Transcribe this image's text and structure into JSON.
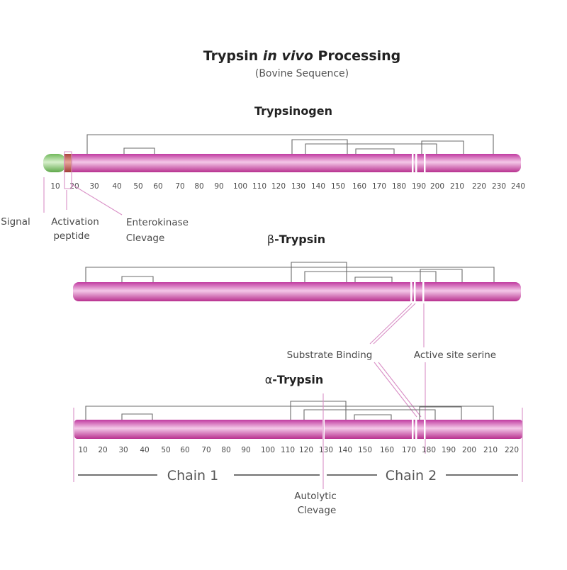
{
  "title": {
    "part1": "Trypsin ",
    "italic": "in vivo",
    "part2": " Processing",
    "subtitle": "(Bovine Sequence)"
  },
  "colors": {
    "bar_dark": "#c03aa0",
    "bar_light": "#f4c8e8",
    "signal_green": "#8fcf7a",
    "activation_red": "#c0554a",
    "bond_gray": "#6b6b6b",
    "pointer_pink": "#d98fc6"
  },
  "trypsinogen": {
    "heading": "Trypsinogen",
    "ticks": [
      "10",
      "20",
      "30",
      "40",
      "50",
      "60",
      "70",
      "80",
      "90",
      "100",
      "110",
      "120",
      "130",
      "140",
      "150",
      "160",
      "170",
      "180",
      "190",
      "200",
      "210",
      "220",
      "230",
      "240"
    ],
    "labels": {
      "signal": "Signal",
      "activation_1": "Activation",
      "activation_2": "peptide",
      "enterokinase_1": "Enterokinase",
      "enterokinase_2": "Clevage"
    }
  },
  "beta": {
    "greek": "β",
    "heading": "-Trypsin"
  },
  "annotations": {
    "substrate_binding": "Substrate Binding",
    "active_site_serine": "Active site serine"
  },
  "alpha": {
    "greek": "α",
    "heading": "-Trypsin",
    "ticks": [
      "10",
      "20",
      "30",
      "40",
      "50",
      "60",
      "70",
      "80",
      "90",
      "100",
      "110",
      "120",
      "130",
      "140",
      "150",
      "160",
      "170",
      "180",
      "190",
      "200",
      "210",
      "220"
    ],
    "chain1": "Chain 1",
    "chain2": "Chain 2",
    "autolytic_1": "Autolytic",
    "autolytic_2": "Clevage"
  }
}
